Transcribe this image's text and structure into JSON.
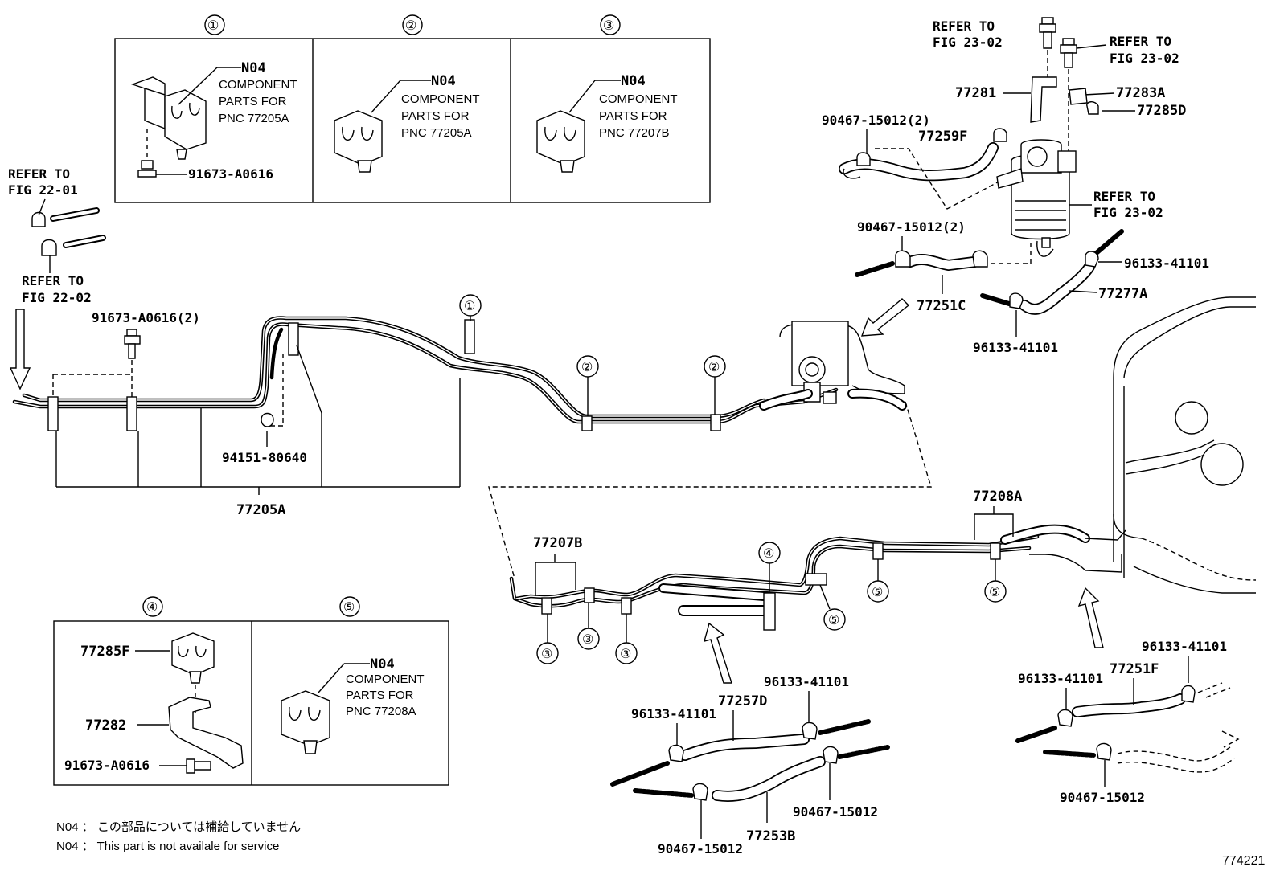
{
  "figure_id": "774221",
  "detail_boxes": [
    {
      "num": "①",
      "code": "N04",
      "desc": [
        "COMPONENT",
        "PARTS FOR",
        "PNC 77205A"
      ],
      "bolt": "91673-A0616"
    },
    {
      "num": "②",
      "code": "N04",
      "desc": [
        "COMPONENT",
        "PARTS FOR",
        "PNC 77205A"
      ]
    },
    {
      "num": "③",
      "code": "N04",
      "desc": [
        "COMPONENT",
        "PARTS FOR",
        "PNC 77207B"
      ]
    },
    {
      "num": "④",
      "parts": [
        "77285F",
        "77282",
        "91673-A0616"
      ]
    },
    {
      "num": "⑤",
      "code": "N04",
      "desc": [
        "COMPONENT",
        "PARTS FOR",
        "PNC 77208A"
      ]
    }
  ],
  "clamp_markers": [
    "①",
    "②",
    "②",
    "③",
    "③",
    "③",
    "④",
    "⑤",
    "⑤",
    "⑤"
  ],
  "refer": {
    "fig2201": [
      "REFER TO",
      "FIG 22-01"
    ],
    "fig2202": [
      "REFER TO",
      "FIG 22-02"
    ],
    "fig2302a": [
      "REFER TO",
      "FIG 23-02"
    ],
    "fig2302b": [
      "REFER TO",
      "FIG 23-02"
    ],
    "fig2302c": [
      "REFER TO",
      "FIG 23-02"
    ]
  },
  "labels": {
    "p91673_2": "91673-A0616(2)",
    "p94151": "94151-80640",
    "p77205A": "77205A",
    "p77281": "77281",
    "p77283A": "77283A",
    "p77285D": "77285D",
    "p90467_2a": "90467-15012(2)",
    "p77259F": "77259F",
    "p90467_2b": "90467-15012(2)",
    "p96133_a": "96133-41101",
    "p77251C": "77251C",
    "p77277A": "77277A",
    "p96133_b": "96133-41101",
    "p77208A": "77208A",
    "p77207B": "77207B",
    "p96133_c": "96133-41101",
    "p77251F": "77251F",
    "p96133_d": "96133-41101",
    "p90467_c": "90467-15012",
    "p96133_e": "96133-41101",
    "p77257D": "77257D",
    "p96133_f": "96133-41101",
    "p90467_d": "90467-15012",
    "p90467_e": "90467-15012",
    "p77253B": "77253B"
  },
  "notes": [
    "N04 ： この部品については補給していません",
    "N04 ：  This part is not availale for service"
  ]
}
